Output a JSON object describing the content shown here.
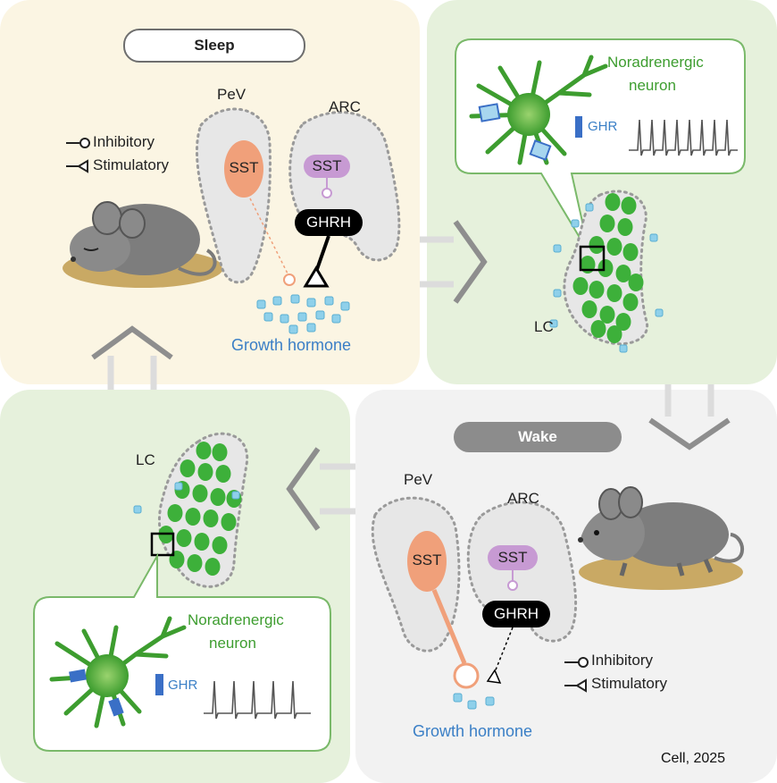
{
  "legend": {
    "inhibitory": "Inhibitory",
    "stimulatory": "Stimulatory"
  },
  "sleep": {
    "title": "Sleep",
    "pev": "PeV",
    "arc": "ARC",
    "sst_pev": "SST",
    "sst_arc": "SST",
    "ghrh": "GHRH",
    "growth_hormone": "Growth hormone"
  },
  "wake": {
    "title": "Wake",
    "pev": "PeV",
    "arc": "ARC",
    "sst_pev": "SST",
    "sst_arc": "SST",
    "ghrh": "GHRH",
    "growth_hormone": "Growth hormone"
  },
  "lc_top": {
    "lc": "LC",
    "neuron_line1": "Noradrenergic",
    "neuron_line2": "neuron",
    "ghr": "GHR"
  },
  "lc_bottom": {
    "lc": "LC",
    "neuron_line1": "Noradrenergic",
    "neuron_line2": "neuron",
    "ghr": "GHR"
  },
  "citation": "Cell, 2025",
  "colors": {
    "sleep_bg": "#fbf5e3",
    "lc_bg": "#e6f1dc",
    "wake_bg": "#f2f2f2",
    "sst": "#f0a07a",
    "sst_arc": "#c79ad3",
    "ghrh": "#000000",
    "neuron_green": "#3d9d2f",
    "hormone_blue": "#8fd0ea"
  }
}
